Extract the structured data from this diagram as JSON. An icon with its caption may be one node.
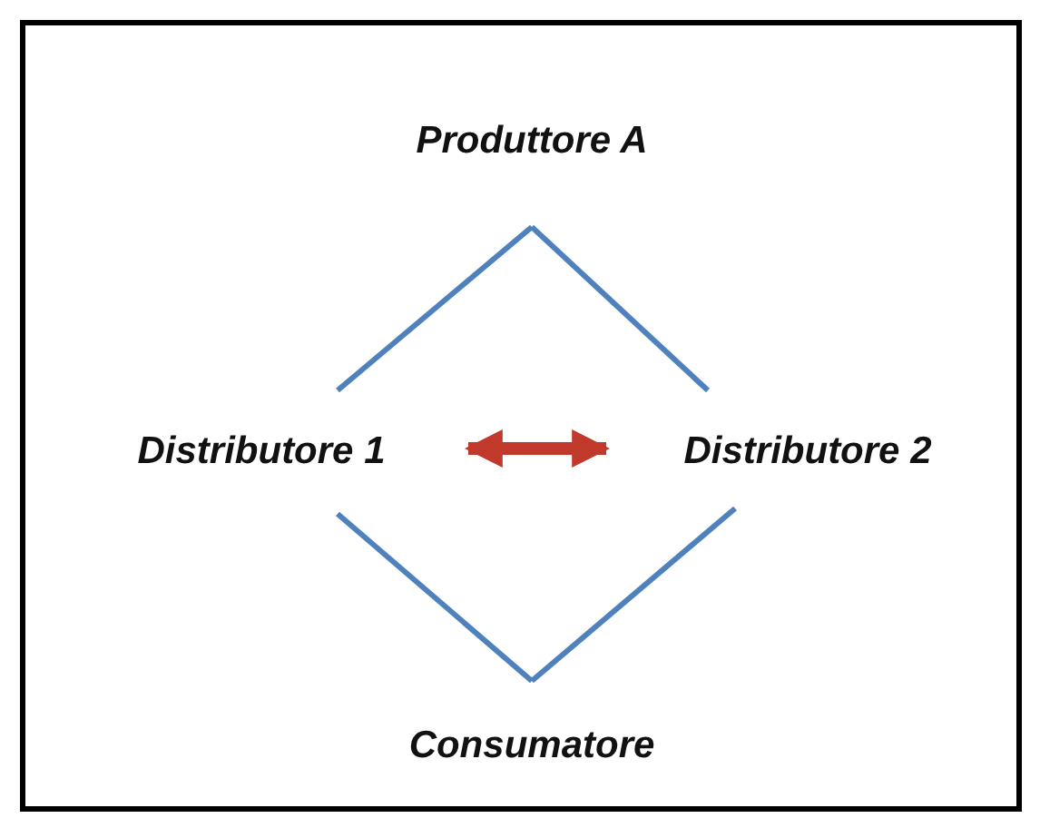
{
  "diagram": {
    "nodes": [
      {
        "text": [
          "Produttore A"
        ]
      },
      {
        "text": [
          "Distributore 1"
        ]
      },
      {
        "text": [
          "Distributore 2"
        ]
      },
      {
        "text": [
          "Consumatore"
        ]
      }
    ],
    "edges": [
      {
        "from": 0,
        "to": 1,
        "arrow": "none"
      },
      {
        "from": 0,
        "to": 2,
        "arrow": "none"
      },
      {
        "from": 1,
        "to": 3,
        "arrow": "none"
      },
      {
        "from": 2,
        "to": 3,
        "arrow": "none"
      },
      {
        "from": 1,
        "to": 2,
        "arrow": "both",
        "style": "thick",
        "color": "#c0392b"
      }
    ]
  }
}
